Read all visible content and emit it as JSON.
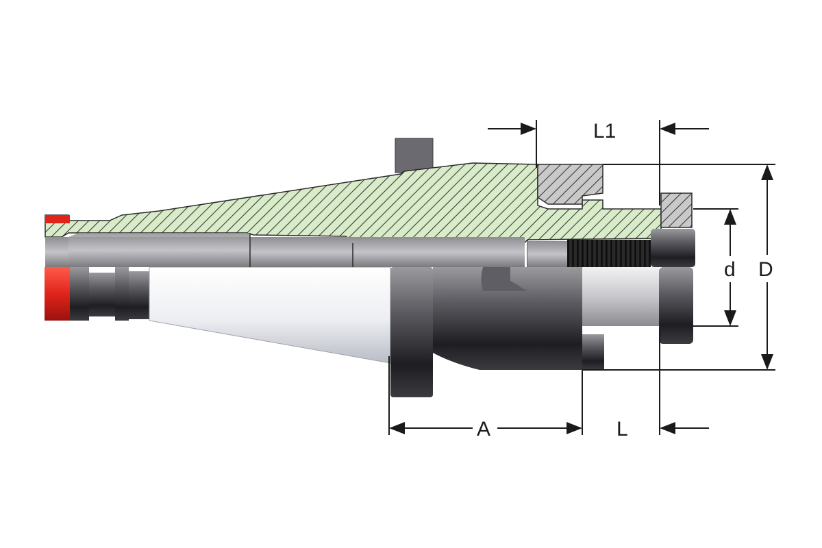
{
  "labels": {
    "l1": "L1",
    "a": "A",
    "l": "L",
    "d_small": "d",
    "d_large": "D"
  },
  "colors": {
    "hatch_fill": "#d9ecc9",
    "hatch_line": "#3a3a3a",
    "nut_fill": "#c9c9c9",
    "red_ring": "#e0241b",
    "steel_dark": "#2b2b2b",
    "taper_light": "#f4f4f6",
    "dimension_line": "#1a1a1a"
  }
}
